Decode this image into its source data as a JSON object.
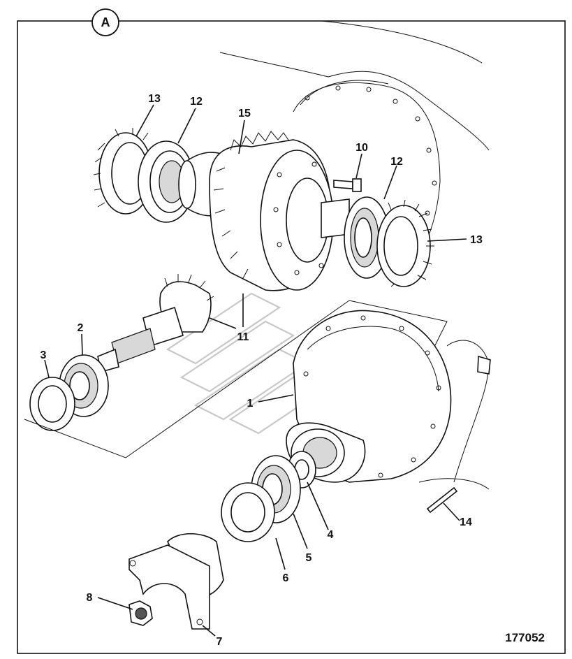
{
  "view_label": "A",
  "drawing_number": "177052",
  "callouts": {
    "c1": "1",
    "c2": "2",
    "c3": "3",
    "c4": "4",
    "c5": "5",
    "c6": "6",
    "c7": "7",
    "c8": "8",
    "c10": "10",
    "c11": "11",
    "c12a": "12",
    "c12b": "12",
    "c13a": "13",
    "c13b": "13",
    "c14": "14",
    "c15": "15"
  }
}
